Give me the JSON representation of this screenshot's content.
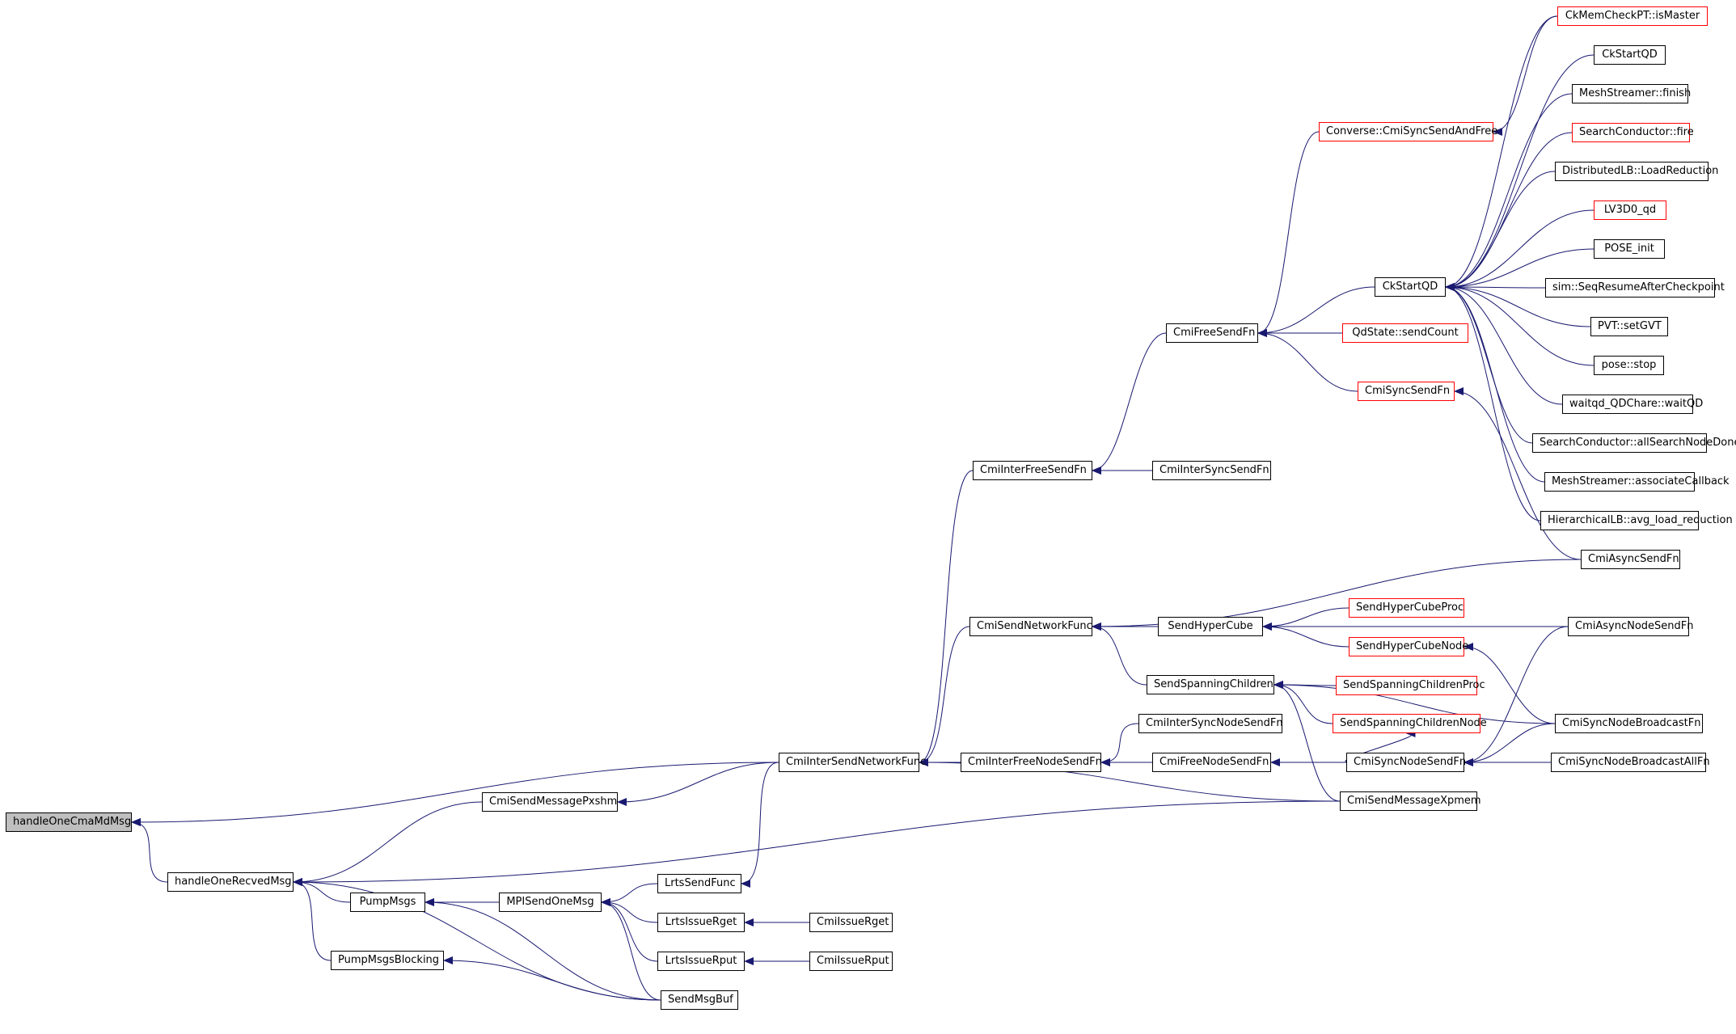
{
  "diagram": {
    "nodes": [
      {
        "id": "handleOneCmaMdMsg",
        "label": "handleOneCmaMdMsg",
        "root": true
      },
      {
        "id": "handleOneRecvedMsg",
        "label": "handleOneRecvedMsg"
      },
      {
        "id": "CmiInterSendNetworkFunc",
        "label": "CmiInterSendNetworkFunc"
      },
      {
        "id": "CmiSendMessagePxshm",
        "label": "CmiSendMessagePxshm"
      },
      {
        "id": "PumpMsgs",
        "label": "PumpMsgs"
      },
      {
        "id": "PumpMsgsBlocking",
        "label": "PumpMsgsBlocking"
      },
      {
        "id": "MPISendOneMsg",
        "label": "MPISendOneMsg"
      },
      {
        "id": "LrtsSendFunc",
        "label": "LrtsSendFunc"
      },
      {
        "id": "LrtsIssueRget",
        "label": "LrtsIssueRget"
      },
      {
        "id": "LrtsIssueRput",
        "label": "LrtsIssueRput"
      },
      {
        "id": "SendMsgBuf",
        "label": "SendMsgBuf"
      },
      {
        "id": "CmiIssueRget",
        "label": "CmiIssueRget"
      },
      {
        "id": "CmiIssueRput",
        "label": "CmiIssueRput"
      },
      {
        "id": "CmiInterFreeSendFn",
        "label": "CmiInterFreeSendFn"
      },
      {
        "id": "CmiInterSyncSendFn",
        "label": "CmiInterSyncSendFn"
      },
      {
        "id": "CmiSendNetworkFunc",
        "label": "CmiSendNetworkFunc"
      },
      {
        "id": "CmiInterFreeNodeSendFn",
        "label": "CmiInterFreeNodeSendFn"
      },
      {
        "id": "CmiInterSyncNodeSendFn",
        "label": "CmiInterSyncNodeSendFn"
      },
      {
        "id": "CmiFreeNodeSendFn",
        "label": "CmiFreeNodeSendFn"
      },
      {
        "id": "CmiSyncNodeSendFn",
        "label": "CmiSyncNodeSendFn"
      },
      {
        "id": "CmiSendMessageXpmem",
        "label": "CmiSendMessageXpmem"
      },
      {
        "id": "SendHyperCube",
        "label": "SendHyperCube"
      },
      {
        "id": "SendSpanningChildren",
        "label": "SendSpanningChildren"
      },
      {
        "id": "SendHyperCubeProc",
        "label": "SendHyperCubeProc",
        "red": true
      },
      {
        "id": "SendHyperCubeNode",
        "label": "SendHyperCubeNode",
        "red": true
      },
      {
        "id": "SendSpanningChildrenProc",
        "label": "SendSpanningChildrenProc",
        "red": true
      },
      {
        "id": "SendSpanningChildrenNode",
        "label": "SendSpanningChildrenNode",
        "red": true
      },
      {
        "id": "CmiSyncNodeBroadcastFn",
        "label": "CmiSyncNodeBroadcastFn"
      },
      {
        "id": "CmiSyncNodeBroadcastAllFn",
        "label": "CmiSyncNodeBroadcastAllFn"
      },
      {
        "id": "CmiAsyncNodeSendFn",
        "label": "CmiAsyncNodeSendFn"
      },
      {
        "id": "CmiAsyncSendFn",
        "label": "CmiAsyncSendFn"
      },
      {
        "id": "CmiFreeSendFn",
        "label": "CmiFreeSendFn"
      },
      {
        "id": "Converse_CmiSyncSendAndFree",
        "label": "Converse::CmiSyncSendAndFree",
        "red": true
      },
      {
        "id": "QdState_sendCount",
        "label": "QdState::sendCount",
        "red": true
      },
      {
        "id": "CmiSyncSendFn",
        "label": "CmiSyncSendFn",
        "red": true
      },
      {
        "id": "CkStartQD_a",
        "label": "CkStartQD"
      },
      {
        "id": "CkMemCheckPT_isMaster",
        "label": "CkMemCheckPT::isMaster",
        "red": true
      },
      {
        "id": "CkStartQD_b",
        "label": "CkStartQD"
      },
      {
        "id": "MeshStreamer_finish",
        "label": "MeshStreamer::finish"
      },
      {
        "id": "SearchConductor_fire",
        "label": "SearchConductor::fire",
        "red": true
      },
      {
        "id": "DistributedLB_LoadReduction",
        "label": "DistributedLB::LoadReduction"
      },
      {
        "id": "LV3D0_qd",
        "label": "LV3D0_qd",
        "red": true
      },
      {
        "id": "POSE_init",
        "label": "POSE_init"
      },
      {
        "id": "sim_SeqResumeAfterCheckpoint",
        "label": "sim::SeqResumeAfterCheckpoint"
      },
      {
        "id": "PVT_setGVT",
        "label": "PVT::setGVT"
      },
      {
        "id": "pose_stop",
        "label": "pose::stop"
      },
      {
        "id": "waitqd_QDChare_waitQD",
        "label": "waitqd_QDChare::waitQD"
      },
      {
        "id": "SearchConductor_allSearchNodeDone",
        "label": "SearchConductor::allSearchNodeDone"
      },
      {
        "id": "MeshStreamer_associateCallback",
        "label": "MeshStreamer::associateCallback"
      },
      {
        "id": "HierarchicalLB_avg_load_reduction",
        "label": "HierarchicalLB::avg_load_reduction"
      }
    ],
    "edges": [
      [
        "handleOneCmaMdMsg",
        "handleOneRecvedMsg"
      ],
      [
        "handleOneCmaMdMsg",
        "CmiInterSendNetworkFunc"
      ],
      [
        "handleOneRecvedMsg",
        "CmiSendMessagePxshm"
      ],
      [
        "handleOneRecvedMsg",
        "CmiSendMessageXpmem"
      ],
      [
        "handleOneRecvedMsg",
        "PumpMsgs"
      ],
      [
        "handleOneRecvedMsg",
        "PumpMsgsBlocking"
      ],
      [
        "handleOneRecvedMsg",
        "SendMsgBuf"
      ],
      [
        "CmiSendMessagePxshm",
        "CmiInterSendNetworkFunc"
      ],
      [
        "PumpMsgs",
        "MPISendOneMsg"
      ],
      [
        "PumpMsgs",
        "SendMsgBuf"
      ],
      [
        "PumpMsgsBlocking",
        "SendMsgBuf"
      ],
      [
        "MPISendOneMsg",
        "LrtsSendFunc"
      ],
      [
        "MPISendOneMsg",
        "LrtsIssueRget"
      ],
      [
        "MPISendOneMsg",
        "LrtsIssueRput"
      ],
      [
        "MPISendOneMsg",
        "SendMsgBuf"
      ],
      [
        "LrtsSendFunc",
        "CmiInterSendNetworkFunc"
      ],
      [
        "LrtsIssueRget",
        "CmiIssueRget"
      ],
      [
        "LrtsIssueRput",
        "CmiIssueRput"
      ],
      [
        "CmiInterSendNetworkFunc",
        "CmiInterFreeSendFn"
      ],
      [
        "CmiInterSendNetworkFunc",
        "CmiSendNetworkFunc"
      ],
      [
        "CmiInterSendNetworkFunc",
        "CmiInterFreeNodeSendFn"
      ],
      [
        "CmiInterSendNetworkFunc",
        "CmiSendMessageXpmem"
      ],
      [
        "CmiInterFreeSendFn",
        "CmiInterSyncSendFn"
      ],
      [
        "CmiInterFreeSendFn",
        "CmiFreeSendFn"
      ],
      [
        "CmiInterFreeNodeSendFn",
        "CmiInterSyncNodeSendFn"
      ],
      [
        "CmiInterFreeNodeSendFn",
        "CmiFreeNodeSendFn"
      ],
      [
        "CmiFreeNodeSendFn",
        "CmiSyncNodeSendFn"
      ],
      [
        "CmiSendNetworkFunc",
        "SendHyperCube"
      ],
      [
        "CmiSendNetworkFunc",
        "SendSpanningChildren"
      ],
      [
        "CmiSendNetworkFunc",
        "CmiAsyncSendFn"
      ],
      [
        "CmiSendNetworkFunc",
        "CmiAsyncNodeSendFn"
      ],
      [
        "SendHyperCube",
        "SendHyperCubeProc"
      ],
      [
        "SendHyperCube",
        "SendHyperCubeNode"
      ],
      [
        "SendSpanningChildren",
        "SendSpanningChildrenProc"
      ],
      [
        "SendSpanningChildren",
        "SendSpanningChildrenNode"
      ],
      [
        "SendSpanningChildren",
        "CmiSyncNodeBroadcastFn"
      ],
      [
        "SendSpanningChildren",
        "CmiSendMessageXpmem"
      ],
      [
        "SendHyperCubeNode",
        "CmiSyncNodeBroadcastFn"
      ],
      [
        "SendSpanningChildrenNode",
        "CmiSyncNodeSendFn"
      ],
      [
        "CmiSyncNodeSendFn",
        "CmiSyncNodeBroadcastFn"
      ],
      [
        "CmiSyncNodeSendFn",
        "CmiSyncNodeBroadcastAllFn"
      ],
      [
        "CmiSyncNodeSendFn",
        "CmiAsyncNodeSendFn"
      ],
      [
        "CmiFreeSendFn",
        "Converse_CmiSyncSendAndFree"
      ],
      [
        "CmiFreeSendFn",
        "QdState_sendCount"
      ],
      [
        "CmiFreeSendFn",
        "CmiSyncSendFn"
      ],
      [
        "CmiFreeSendFn",
        "CkStartQD_a"
      ],
      [
        "Converse_CmiSyncSendAndFree",
        "CkMemCheckPT_isMaster"
      ],
      [
        "CmiSyncSendFn",
        "CmiAsyncSendFn"
      ],
      [
        "CkStartQD_a",
        "CkMemCheckPT_isMaster"
      ],
      [
        "CkStartQD_a",
        "CkStartQD_b"
      ],
      [
        "CkStartQD_a",
        "MeshStreamer_finish"
      ],
      [
        "CkStartQD_a",
        "SearchConductor_fire"
      ],
      [
        "CkStartQD_a",
        "DistributedLB_LoadReduction"
      ],
      [
        "CkStartQD_a",
        "LV3D0_qd"
      ],
      [
        "CkStartQD_a",
        "POSE_init"
      ],
      [
        "CkStartQD_a",
        "sim_SeqResumeAfterCheckpoint"
      ],
      [
        "CkStartQD_a",
        "PVT_setGVT"
      ],
      [
        "CkStartQD_a",
        "pose_stop"
      ],
      [
        "CkStartQD_a",
        "waitqd_QDChare_waitQD"
      ],
      [
        "CkStartQD_a",
        "SearchConductor_allSearchNodeDone"
      ],
      [
        "CkStartQD_a",
        "MeshStreamer_associateCallback"
      ],
      [
        "CkStartQD_a",
        "HierarchicalLB_avg_load_reduction"
      ]
    ]
  }
}
